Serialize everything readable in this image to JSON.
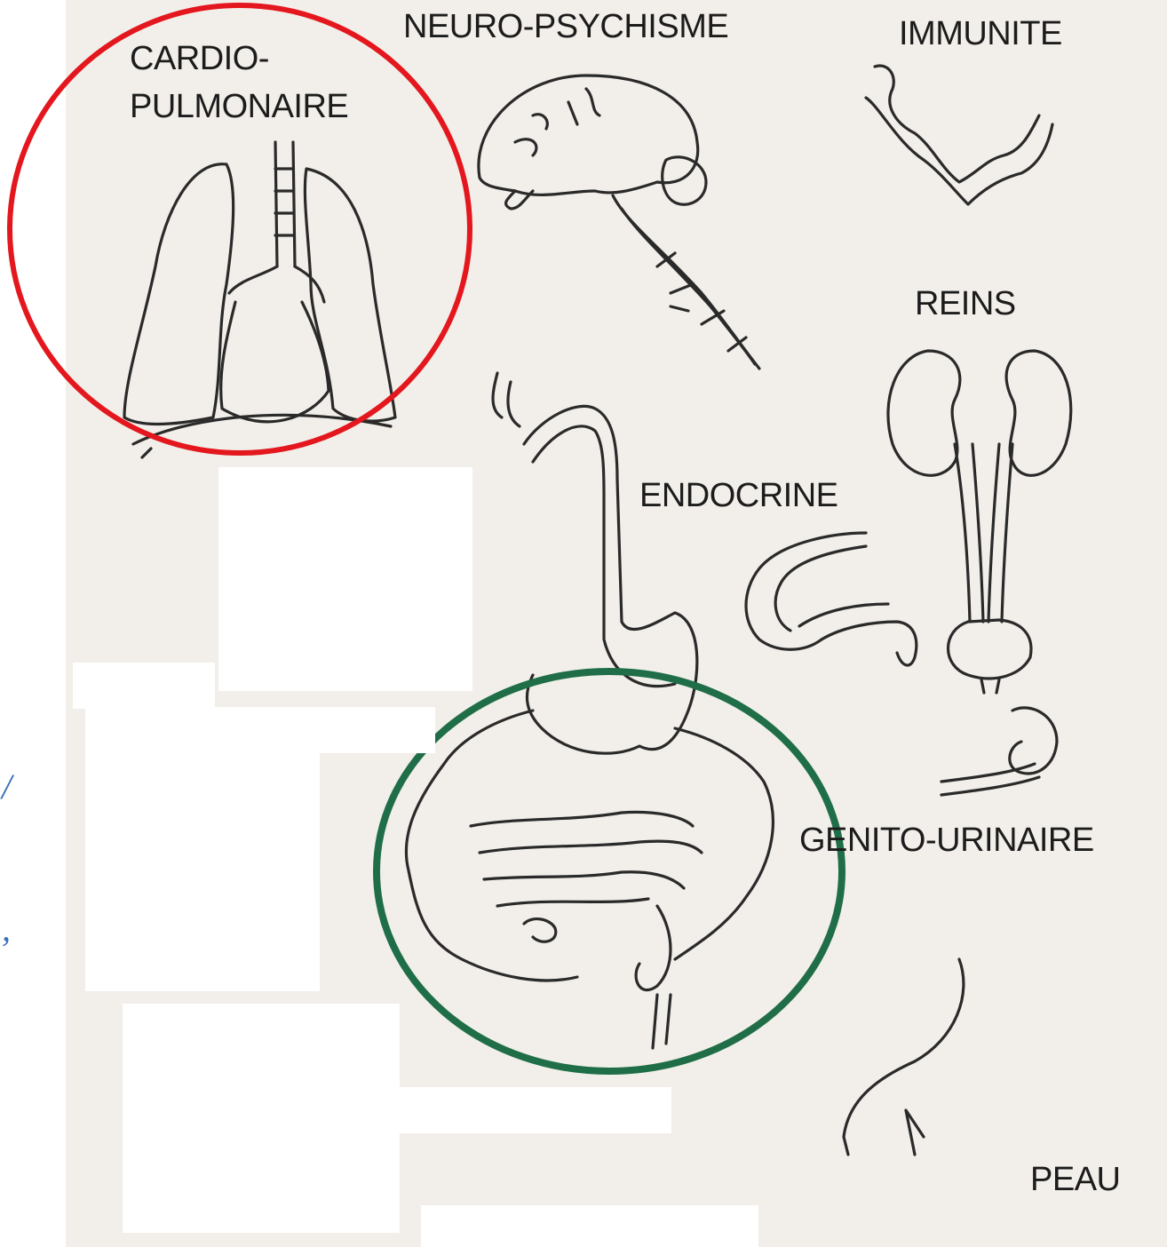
{
  "labels": {
    "cardio_line1": "CARDIO-",
    "cardio_line2": "PULMONAIRE",
    "neuro": "NEURO-PSYCHISME",
    "immunite": "IMMUNITE",
    "reins": "REINS",
    "endocrine": "ENDOCRINE",
    "genito": "GENITO-URINAIRE",
    "peau": "PEAU"
  },
  "highlights": {
    "cardio_circle_color": "#e3171d",
    "digestive_circle_color": "#1f6e48"
  },
  "margin_marks": [
    "/",
    ","
  ]
}
